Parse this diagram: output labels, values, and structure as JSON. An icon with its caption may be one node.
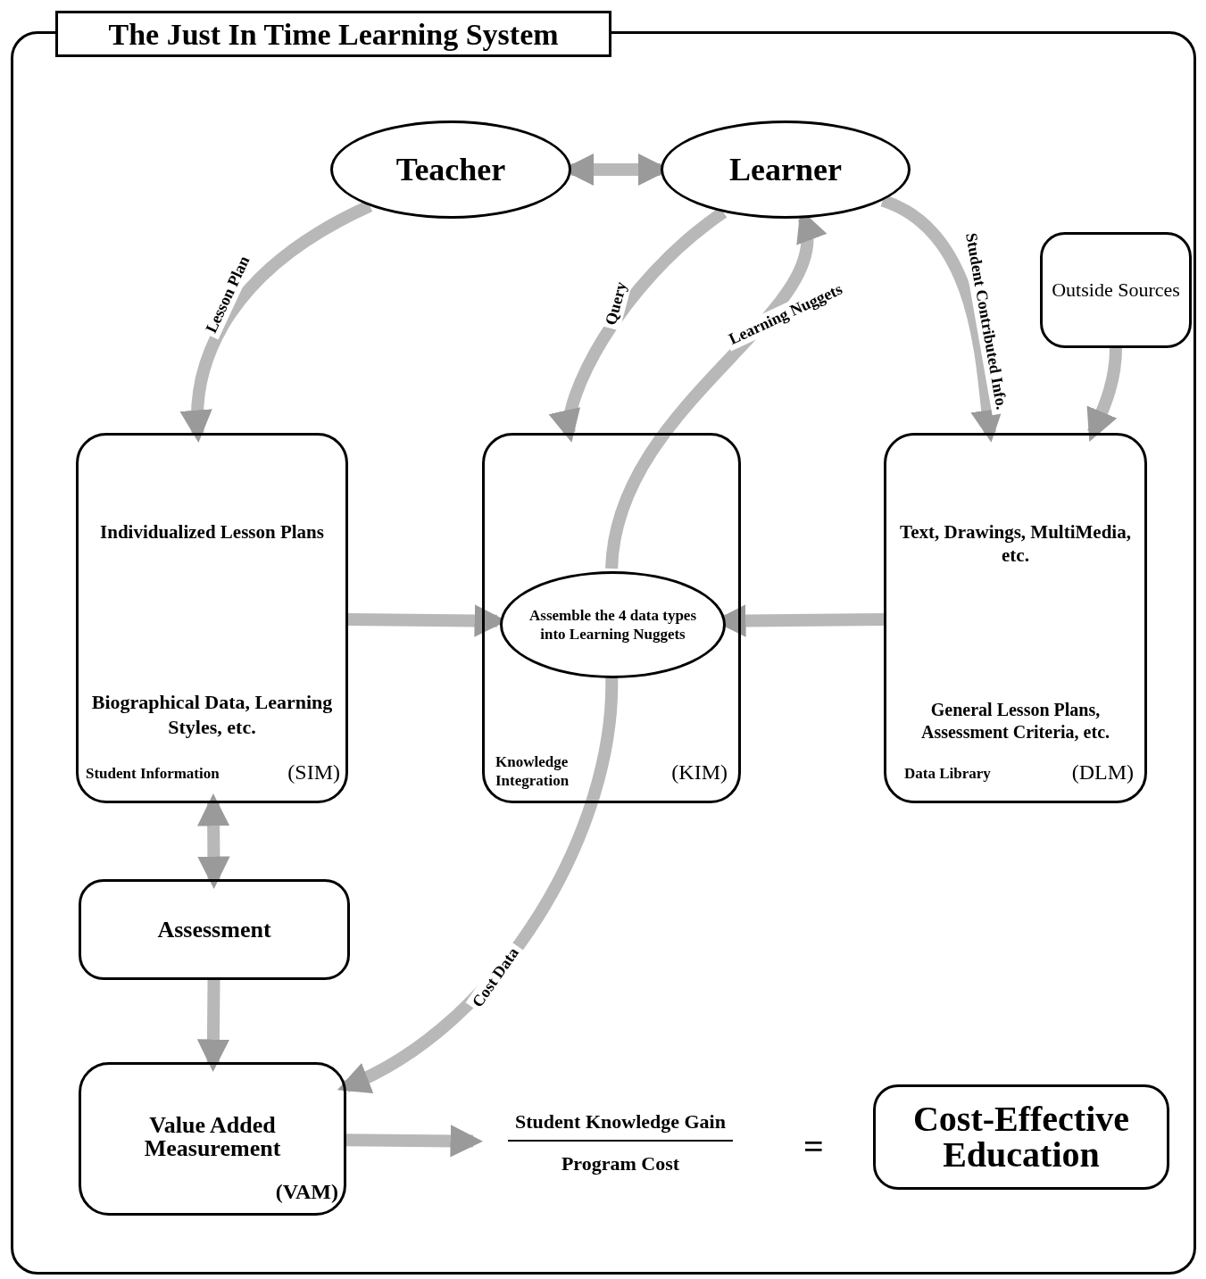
{
  "diagram": {
    "title": "The Just In Time Learning System",
    "nodes": [
      {
        "text": [
          "Teacher"
        ]
      },
      {
        "text": [
          "Learner"
        ]
      },
      {
        "text": [
          "Outside Sources"
        ]
      },
      {
        "text": [
          "Individualized Lesson Plans",
          "Biographical Data, Learning Styles, etc.",
          "Student Information",
          "(SIM)"
        ]
      },
      {
        "text": [
          "Knowledge Integration",
          "(KIM)"
        ]
      },
      {
        "text": [
          "Assemble the 4 data types into Learning Nuggets"
        ],
        "in": 4
      },
      {
        "text": [
          "Text, Drawings, MultiMedia, etc.",
          "General Lesson Plans, Assessment Criteria, etc.",
          "Data Library",
          "(DLM)"
        ]
      },
      {
        "text": [
          "Assessment"
        ]
      },
      {
        "text": [
          "Value Added Measurement",
          "(VAM)"
        ]
      },
      {
        "text": [
          "Student Knowledge Gain",
          "Program Cost"
        ]
      },
      {
        "text": [
          "Cost-Effective Education"
        ]
      }
    ],
    "edges": [
      {
        "from": 0,
        "to": 1,
        "arrow": "both"
      },
      {
        "from": 0,
        "to": 3,
        "label": "Lesson Plan",
        "arrow": "to"
      },
      {
        "from": 1,
        "to": 4,
        "label": "Query",
        "arrow": "to"
      },
      {
        "from": 1,
        "to": 6,
        "label": "Student Contributed Info.",
        "arrow": "to"
      },
      {
        "from": 2,
        "to": 6,
        "arrow": "to"
      },
      {
        "from": 5,
        "to": 1,
        "label": "Learning Nuggets",
        "arrow": "to"
      },
      {
        "from": 3,
        "to": 5,
        "arrow": "to"
      },
      {
        "from": 6,
        "to": 5,
        "arrow": "to"
      },
      {
        "from": 5,
        "to": 8,
        "label": "Cost Data",
        "arrow": "to"
      },
      {
        "from": 3,
        "to": 7,
        "arrow": "both"
      },
      {
        "from": 7,
        "to": 8,
        "arrow": "to"
      },
      {
        "from": 8,
        "to": 9,
        "arrow": "to"
      }
    ],
    "labels": [
      "="
    ]
  }
}
